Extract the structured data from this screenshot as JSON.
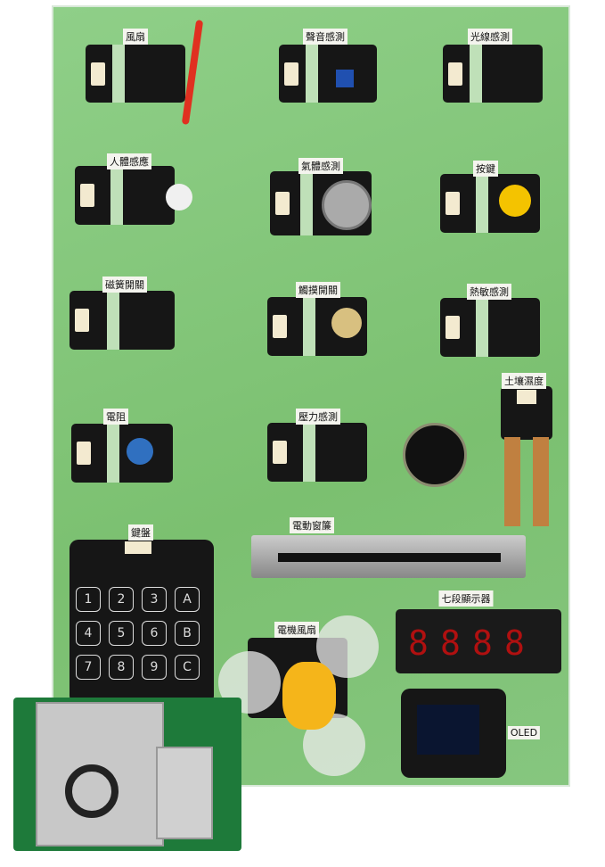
{
  "labels": {
    "fan": "風扇",
    "sound": "聲音感測",
    "light": "光線感測",
    "pir": "人體感應",
    "gas": "氣體感測",
    "button": "按鍵",
    "reed": "磁簧開關",
    "touch": "觸摸開關",
    "thermal": "熱敏感測",
    "resistor": "電阻",
    "pressure": "壓力感測",
    "soil": "土壤濕度",
    "keypad": "鍵盤",
    "curtain": "電動窗簾",
    "seven_seg": "七段顯示器",
    "motor_fan": "電機風扇",
    "oled": "OLED"
  },
  "keypad_keys": [
    "1",
    "2",
    "3",
    "A",
    "4",
    "5",
    "6",
    "B",
    "7",
    "8",
    "9",
    "C"
  ],
  "seven_seg_digits": [
    "8",
    "8",
    "8",
    "8"
  ]
}
